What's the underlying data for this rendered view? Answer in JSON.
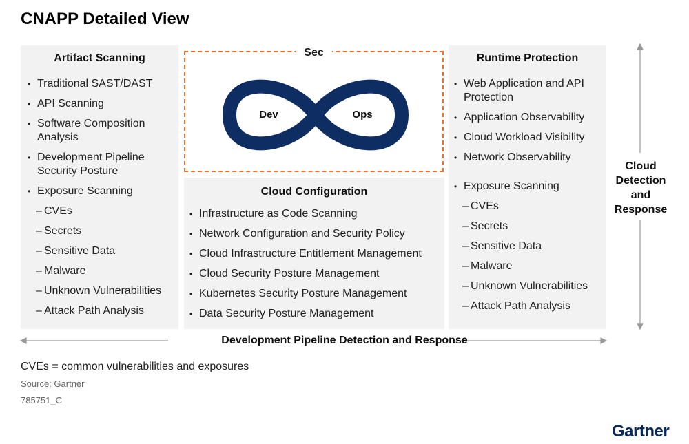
{
  "title": "CNAPP Detailed View",
  "colors": {
    "infinity": "#0e2d63",
    "dashed_border": "#e8702a",
    "panel_bg": "#f2f2f2",
    "arrow": "#999999",
    "brand": "#0a2a5e"
  },
  "artifact_scanning": {
    "heading": "Artifact Scanning",
    "items": [
      {
        "text": "Traditional SAST/DAST",
        "style": "bullet"
      },
      {
        "text": "API Scanning",
        "style": "bullet"
      },
      {
        "text": "Software Composition Analysis",
        "style": "bullet"
      },
      {
        "text": "Development Pipeline Security Posture",
        "style": "bullet"
      },
      {
        "text": "Exposure Scanning",
        "style": "bullet"
      },
      {
        "text": "CVEs",
        "style": "dash"
      },
      {
        "text": "Secrets",
        "style": "dash"
      },
      {
        "text": "Sensitive Data",
        "style": "dash"
      },
      {
        "text": "Malware",
        "style": "dash"
      },
      {
        "text": "Unknown Vulnerabilities",
        "style": "dash"
      },
      {
        "text": "Attack Path Analysis",
        "style": "dash"
      }
    ]
  },
  "devsecops": {
    "sec": "Sec",
    "dev": "Dev",
    "ops": "Ops"
  },
  "cloud_configuration": {
    "heading": "Cloud Configuration",
    "items": [
      {
        "text": "Infrastructure as Code Scanning",
        "style": "bullet"
      },
      {
        "text": "Network Configuration and Security Policy",
        "style": "bullet"
      },
      {
        "text": "Cloud Infrastructure Entitlement Management",
        "style": "bullet"
      },
      {
        "text": "Cloud Security Posture Management",
        "style": "bullet"
      },
      {
        "text": "Kubernetes Security Posture Management",
        "style": "bullet"
      },
      {
        "text": "Data Security Posture Management",
        "style": "bullet"
      }
    ]
  },
  "runtime_protection": {
    "heading": "Runtime Protection",
    "items": [
      {
        "text": "Web Application and API Protection",
        "style": "bullet"
      },
      {
        "text": "Application Observability",
        "style": "bullet"
      },
      {
        "text": "Cloud Workload Visibility",
        "style": "bullet"
      },
      {
        "text": "Network Observability",
        "style": "bullet"
      },
      {
        "text": "Exposure Scanning",
        "style": "bullet gap"
      },
      {
        "text": "CVEs",
        "style": "dash"
      },
      {
        "text": "Secrets",
        "style": "dash"
      },
      {
        "text": "Sensitive Data",
        "style": "dash"
      },
      {
        "text": "Malware",
        "style": "dash"
      },
      {
        "text": "Unknown Vulnerabilities",
        "style": "dash"
      },
      {
        "text": "Attack Path Analysis",
        "style": "dash"
      }
    ]
  },
  "cloud_detection_response": {
    "line1": "Cloud",
    "line2": "Detection",
    "line3": "and",
    "line4": "Response"
  },
  "pipeline_label": "Development Pipeline Detection and Response",
  "footnote": "CVEs = common vulnerabilities and exposures",
  "source": "Source: Gartner",
  "code": "785751_C",
  "logo": "Gartner"
}
